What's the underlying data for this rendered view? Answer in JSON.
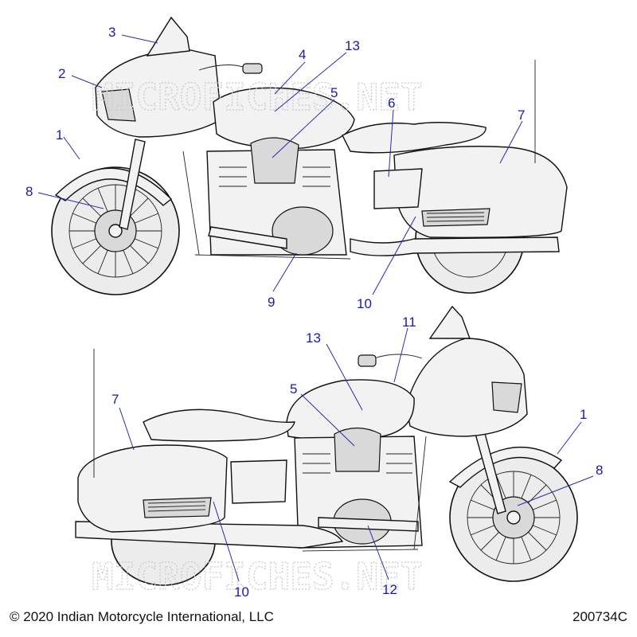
{
  "watermark": "MICROFICHES.NET",
  "callouts_top": [
    "3",
    "2",
    "4",
    "13",
    "5",
    "6",
    "7",
    "1",
    "8",
    "9",
    "10"
  ],
  "callouts_bottom": [
    "11",
    "13",
    "5",
    "7",
    "1",
    "8",
    "10",
    "12"
  ],
  "footer": {
    "copyright": "© 2020 Indian Motorcycle International, LLC",
    "code": "200734C"
  },
  "colors": {
    "callout": "#1a1aa8",
    "line": "#111111",
    "watermark": "#c8c8c8"
  }
}
